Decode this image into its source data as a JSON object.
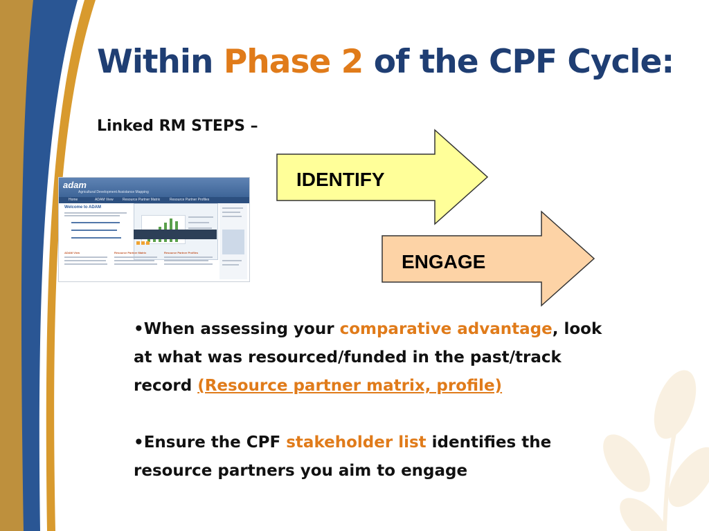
{
  "slide": {
    "title": {
      "prefix": "Within ",
      "highlight": "Phase 2",
      "suffix": " of the CPF Cycle:"
    },
    "subtitle": "Linked RM STEPS –",
    "arrows": [
      {
        "label": "IDENTIFY",
        "fill": "#ffff99"
      },
      {
        "label": "ENGAGE",
        "fill": "#fdd3a6"
      }
    ],
    "bullets": [
      {
        "marker": "•",
        "part1": "When assessing your ",
        "highlight": "comparative advantage",
        "part2": ", look at what was resourced/funded in the past/track record ",
        "link": "(Resource partner matrix, profile)"
      },
      {
        "marker": "•",
        "part1": "Ensure the CPF ",
        "highlight": "stakeholder list",
        "part2": " identifies the resource partners you aim to engage"
      }
    ],
    "screenshot": {
      "logo": "adam",
      "logo_sub": "Agricultural Development Assistance Mapping",
      "nav": [
        "Home",
        "ADAM View",
        "Resource Partner Matrix",
        "Resource Partner Profiles"
      ],
      "welcome": "Welcome to ADAM",
      "columns": [
        "ADAM View",
        "Resource Partner Matrix",
        "Resource Partner Profiles"
      ]
    },
    "colors": {
      "title_blue": "#1f3e73",
      "accent_orange": "#e07b1a",
      "side_blue": "#2a5694",
      "side_gold": "#d89a2e"
    }
  }
}
